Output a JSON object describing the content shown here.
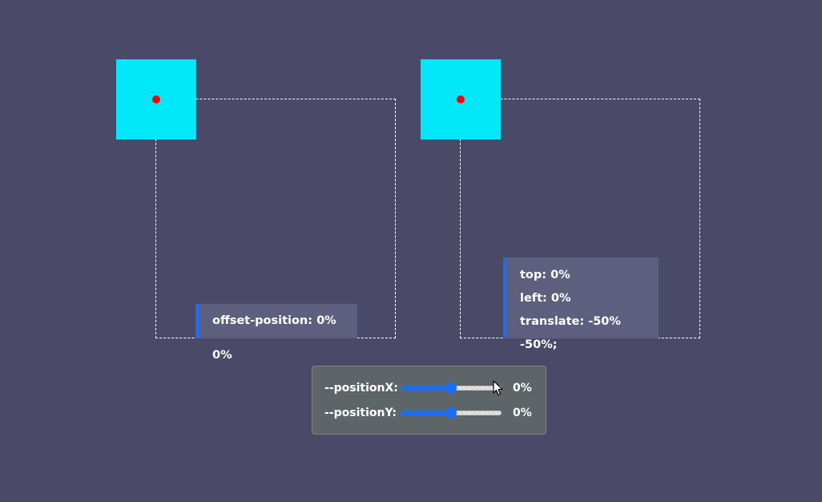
{
  "demo_offset": {
    "code": "offset-position: 0% 0%"
  },
  "demo_translate": {
    "code_lines": [
      "top: 0%",
      "left: 0%",
      "translate: -50% -50%;"
    ]
  },
  "controls": {
    "position_x": {
      "label": "--positionX:",
      "value_text": "0%",
      "slider_fraction": 0.5
    },
    "position_y": {
      "label": "--positionY:",
      "value_text": "0%",
      "slider_fraction": 0.5
    }
  },
  "colors": {
    "background": "#4a4968",
    "square": "#00e8f8",
    "dot": "#ff0000",
    "accent": "#1a6ef5",
    "code_box": "#5e5e7e",
    "panel": "#5e6568"
  }
}
